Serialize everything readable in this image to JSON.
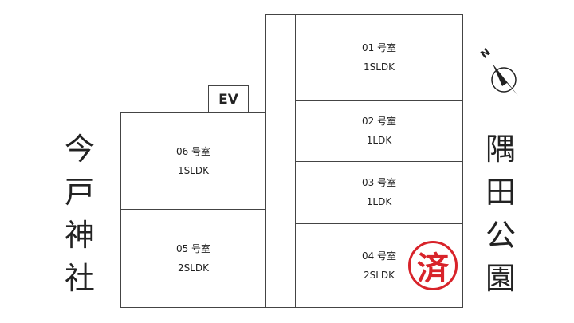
{
  "rooms": [
    {
      "number": "01 号室",
      "type": "1SLDK"
    },
    {
      "number": "02 号室",
      "type": "1LDK"
    },
    {
      "number": "03 号室",
      "type": "1LDK"
    },
    {
      "number": "04 号室",
      "type": "2SLDK",
      "stamp": "済"
    },
    {
      "number": "05 号室",
      "type": "2SLDK"
    },
    {
      "number": "06 号室",
      "type": "1SLDK"
    }
  ],
  "ev_label": "EV",
  "left_label": [
    "今",
    "戸",
    "神",
    "社"
  ],
  "right_label": [
    "隅",
    "田",
    "公",
    "園"
  ],
  "compass": {
    "label": "N"
  },
  "colors": {
    "stamp": "#d8232a"
  }
}
